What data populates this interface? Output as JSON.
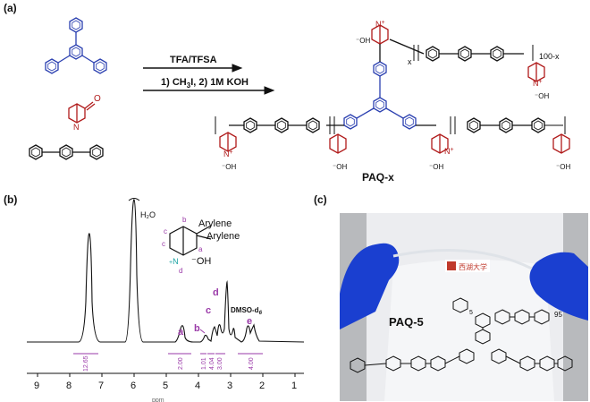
{
  "panels": {
    "a": "(a)",
    "b": "(b)",
    "c": "(c)"
  },
  "scheme": {
    "reagent_top": "TFA/TFSA",
    "reagent_bottom_1": "1) CH",
    "reagent_bottom_sub": "3",
    "reagent_bottom_2": "I, 2) 1M KOH",
    "product_name": "PAQ-x",
    "label_x": "x",
    "label_100x": "100-x",
    "n_plus": "N",
    "plus": "+",
    "oh": "OH",
    "ketone_o": "O"
  },
  "nmr": {
    "h2o": "H₂O",
    "dmso": "DMSO-d",
    "dmso_sub": "6",
    "peaks": {
      "a": "a",
      "b": "b",
      "c": "c",
      "d": "d",
      "e": "e"
    },
    "x_ticks": [
      "9",
      "8",
      "7",
      "6",
      "5",
      "4",
      "3",
      "2",
      "1"
    ],
    "integrals": [
      "12.65",
      "2.00",
      "1.01",
      "4.04",
      "3.00",
      "4.00"
    ],
    "x_unit": "ppm",
    "inset_arylene_1": "Arylene",
    "inset_arylene_2": "Arylene",
    "inset_labels": {
      "a": "a",
      "b": "b",
      "c1": "c",
      "c2": "c",
      "d": "d"
    },
    "inset_n": "N",
    "inset_plus": "+",
    "inset_oh": "OH"
  },
  "photo": {
    "title": "PAQ-5",
    "logo_text": "西湖大学",
    "label_5": "5",
    "label_95": "95"
  },
  "colors": {
    "blue": "#2a3fb0",
    "red": "#b01a1a",
    "purple": "#9a3aa8",
    "teal": "#1aa3a3",
    "black": "#111111"
  }
}
